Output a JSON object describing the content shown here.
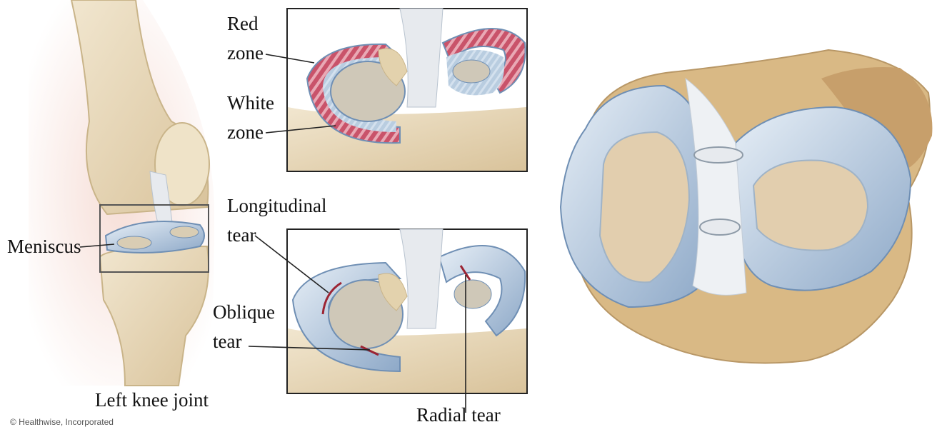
{
  "labels": {
    "red_zone_1": "Red",
    "red_zone_2": "zone",
    "white_zone_1": "White",
    "white_zone_2": "zone",
    "longitudinal_1": "Longitudinal",
    "longitudinal_2": "tear",
    "oblique_1": "Oblique",
    "oblique_2": "tear",
    "meniscus": "Meniscus",
    "radial": "Radial tear",
    "left_knee": "Left knee joint"
  },
  "credit": "© Healthwise, Incorporated",
  "colors": {
    "bone": "#e9dcc0",
    "bone_dark": "#c9b489",
    "cartilage": "#9fb9d3",
    "cartilage_light": "#d8e4ef",
    "meniscus_edge": "#6f8fb4",
    "red_zone": "#c9536a",
    "tear": "#9c2433",
    "ligament": "#e7eaee",
    "skin": "#f4d9cf",
    "line": "#222222"
  }
}
